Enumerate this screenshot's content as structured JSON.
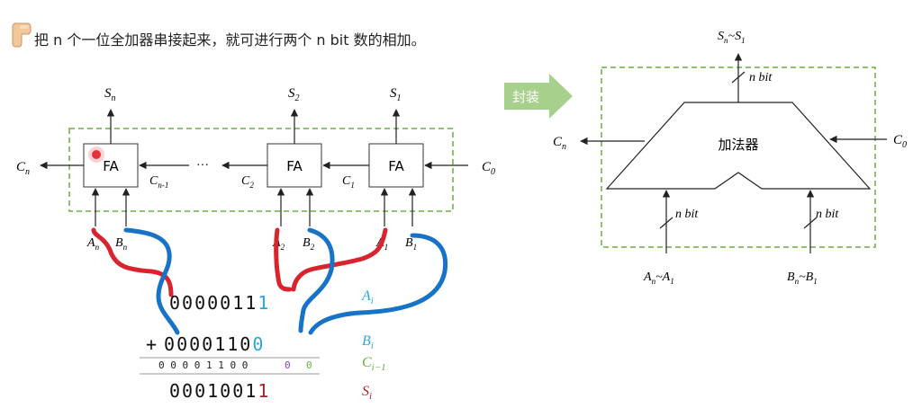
{
  "caption": "把 n 个一位全加器串接起来，就可进行两个 n bit 数的相加。",
  "colors": {
    "dashed_border": "#6aad3d",
    "red_wire": "#d9232e",
    "blue_wire": "#1773c7",
    "cyan": "#2aa7d9",
    "green": "#6aad3d",
    "purple": "#8e3fb5",
    "dark_red": "#b21f2b",
    "arrow_bg": "#a8d08d"
  },
  "left_diagram": {
    "fa_label": "FA",
    "fa_label_2": "FA",
    "fa_label_3": "FA",
    "outputs": {
      "sn": "S",
      "sn_sub": "n",
      "s2": "S",
      "s2_sub": "2",
      "s1": "S",
      "s1_sub": "1"
    },
    "carries": {
      "cn": "C",
      "cn_sub": "n",
      "cn1": "C",
      "cn1_sub": "n-1",
      "c2": "C",
      "c2_sub": "2",
      "c1": "C",
      "c1_sub": "1",
      "c0": "C",
      "c0_sub": "0"
    },
    "ellipsis": "···",
    "inputs": {
      "an": "A",
      "an_sub": "n",
      "bn": "B",
      "bn_sub": "n",
      "a2": "A",
      "a2_sub": "2",
      "b2": "B",
      "b2_sub": "2",
      "a1": "A",
      "a1_sub": "1",
      "b1": "B",
      "b1_sub": "1"
    }
  },
  "arithmetic": {
    "row_a": "0000011",
    "row_a_last": "1",
    "row_b_prefix": "+",
    "row_b": "0000110",
    "row_b_last": "0",
    "carry_row": "0 0 0 0 1 1 0 0",
    "carry_purple": "0",
    "carry_green": "0",
    "row_s": "0001001",
    "row_s_last": "1",
    "label_a": "A",
    "label_a_sub": "i",
    "label_b": "B",
    "label_b_sub": "i",
    "label_c": "C",
    "label_c_sub": "i−1",
    "label_s": "S",
    "label_s_sub": "i"
  },
  "arrow_label": "封装",
  "right_diagram": {
    "block_label": "加法器",
    "out_label": "S",
    "out_sub_n": "n",
    "out_tilde": "~",
    "out_label_2": "S",
    "out_sub_1": "1",
    "out_bus": "n bit",
    "cn": "C",
    "cn_sub": "n",
    "c0": "C",
    "c0_sub": "0",
    "in_bus_a": "n bit",
    "in_bus_b": "n bit",
    "in_a": "A",
    "in_a_sub_n": "n",
    "in_a_tilde": "~",
    "in_a_2": "A",
    "in_a_sub_1": "1",
    "in_b": "B",
    "in_b_sub_n": "n",
    "in_b_tilde": "~",
    "in_b_2": "B",
    "in_b_sub_1": "1"
  }
}
